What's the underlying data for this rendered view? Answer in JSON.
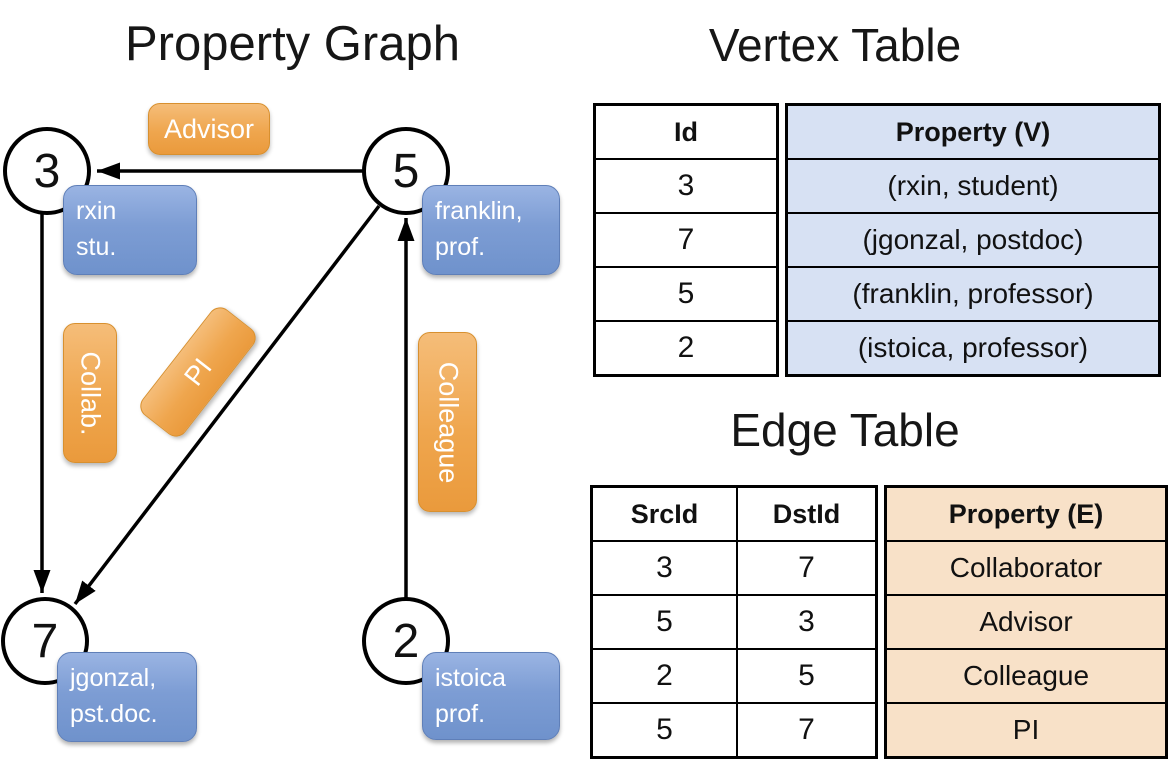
{
  "colors": {
    "edge_label_orange": "#EFA64E",
    "vertex_label_blue": "#7D9DD4",
    "vertex_table_fill": "#D7E1F3",
    "edge_table_fill": "#F8E1C8",
    "line_color": "#000000"
  },
  "property_graph": {
    "title": "Property Graph",
    "nodes": [
      {
        "id": "3",
        "prop_line1": "rxin",
        "prop_line2": "stu."
      },
      {
        "id": "5",
        "prop_line1": "franklin,",
        "prop_line2": "prof."
      },
      {
        "id": "7",
        "prop_line1": "jgonzal,",
        "prop_line2": "pst.doc."
      },
      {
        "id": "2",
        "prop_line1": "istoica",
        "prop_line2": "prof."
      }
    ],
    "edge_labels": {
      "advisor": "Advisor",
      "collab": "Collab.",
      "pi": "PI",
      "colleague": "Colleague"
    }
  },
  "vertex_table": {
    "title": "Vertex Table",
    "columns": [
      "Id",
      "Property (V)"
    ],
    "rows": [
      {
        "id": "3",
        "property": "(rxin, student)"
      },
      {
        "id": "7",
        "property": "(jgonzal, postdoc)"
      },
      {
        "id": "5",
        "property": "(franklin, professor)"
      },
      {
        "id": "2",
        "property": "(istoica, professor)"
      }
    ]
  },
  "edge_table": {
    "title": "Edge Table",
    "columns": [
      "SrcId",
      "DstId",
      "Property (E)"
    ],
    "rows": [
      {
        "src": "3",
        "dst": "7",
        "property": "Collaborator"
      },
      {
        "src": "5",
        "dst": "3",
        "property": "Advisor"
      },
      {
        "src": "2",
        "dst": "5",
        "property": "Colleague"
      },
      {
        "src": "5",
        "dst": "7",
        "property": "PI"
      }
    ]
  }
}
